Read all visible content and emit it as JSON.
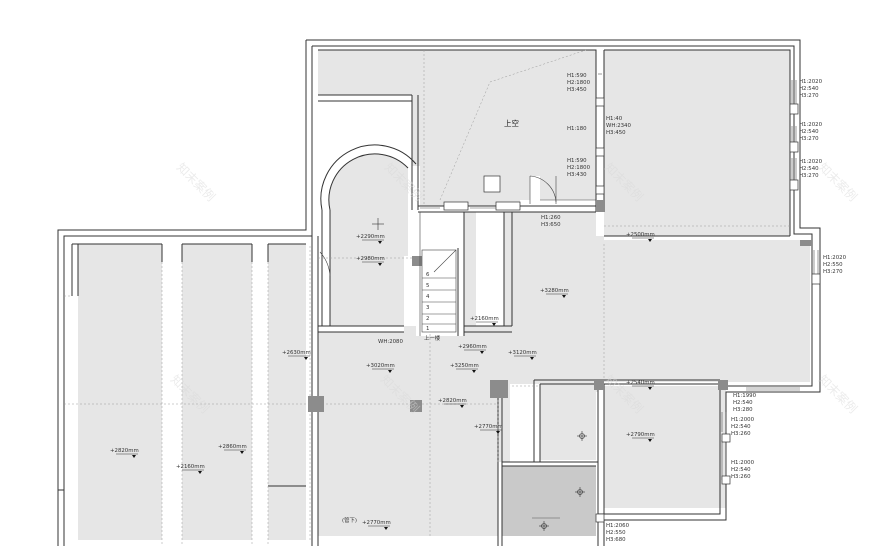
{
  "colors": {
    "room_fill": "#e6e6e6",
    "wall": "#333333",
    "column": "#8c8c8c",
    "dark_room": "#c9c9c9"
  },
  "rooms": {
    "void_label": "上空",
    "stair_up_label": "上一楼"
  },
  "stair_steps": [
    "1",
    "2",
    "3",
    "4",
    "5",
    "6"
  ],
  "elevation_labels": [
    "+2290mm",
    "+2980mm",
    "+3280mm",
    "+2160mm",
    "+2960mm",
    "+3120mm",
    "+2630mm",
    "+3020mm",
    "+3250mm",
    "+2540mm",
    "+2500mm",
    "+2820mm",
    "+2770mm",
    "+2790mm",
    "+2820mm",
    "+2160mm",
    "+2860mm",
    "+2770mm"
  ],
  "pipe_note": "(管下)",
  "window_tags": [
    [
      "H1:590",
      "H2:1800",
      "H3:450"
    ],
    [
      "H1:180"
    ],
    [
      "H1:40",
      "WH:2340",
      "H3:450"
    ],
    [
      "H1:590",
      "H2:1800",
      "H3:430"
    ],
    [
      "H1:260",
      "H3:650"
    ],
    [
      "H1:2020",
      "H2:540",
      "H3:270"
    ],
    [
      "H1:2020",
      "H2:540",
      "H3:270"
    ],
    [
      "H1:2020",
      "H2:540",
      "H3:270"
    ],
    [
      "H1:2020",
      "H2:550",
      "H3:270"
    ],
    [
      "H1:1990",
      "H2:540",
      "H3:280"
    ],
    [
      "H1:2000",
      "H2:540",
      "H3:260"
    ],
    [
      "H1:2000",
      "H2:540",
      "H3:260"
    ],
    [
      "H1:2060",
      "H2:550",
      "H3:680"
    ],
    [
      "WH:2080"
    ]
  ],
  "watermark": "知末案例"
}
